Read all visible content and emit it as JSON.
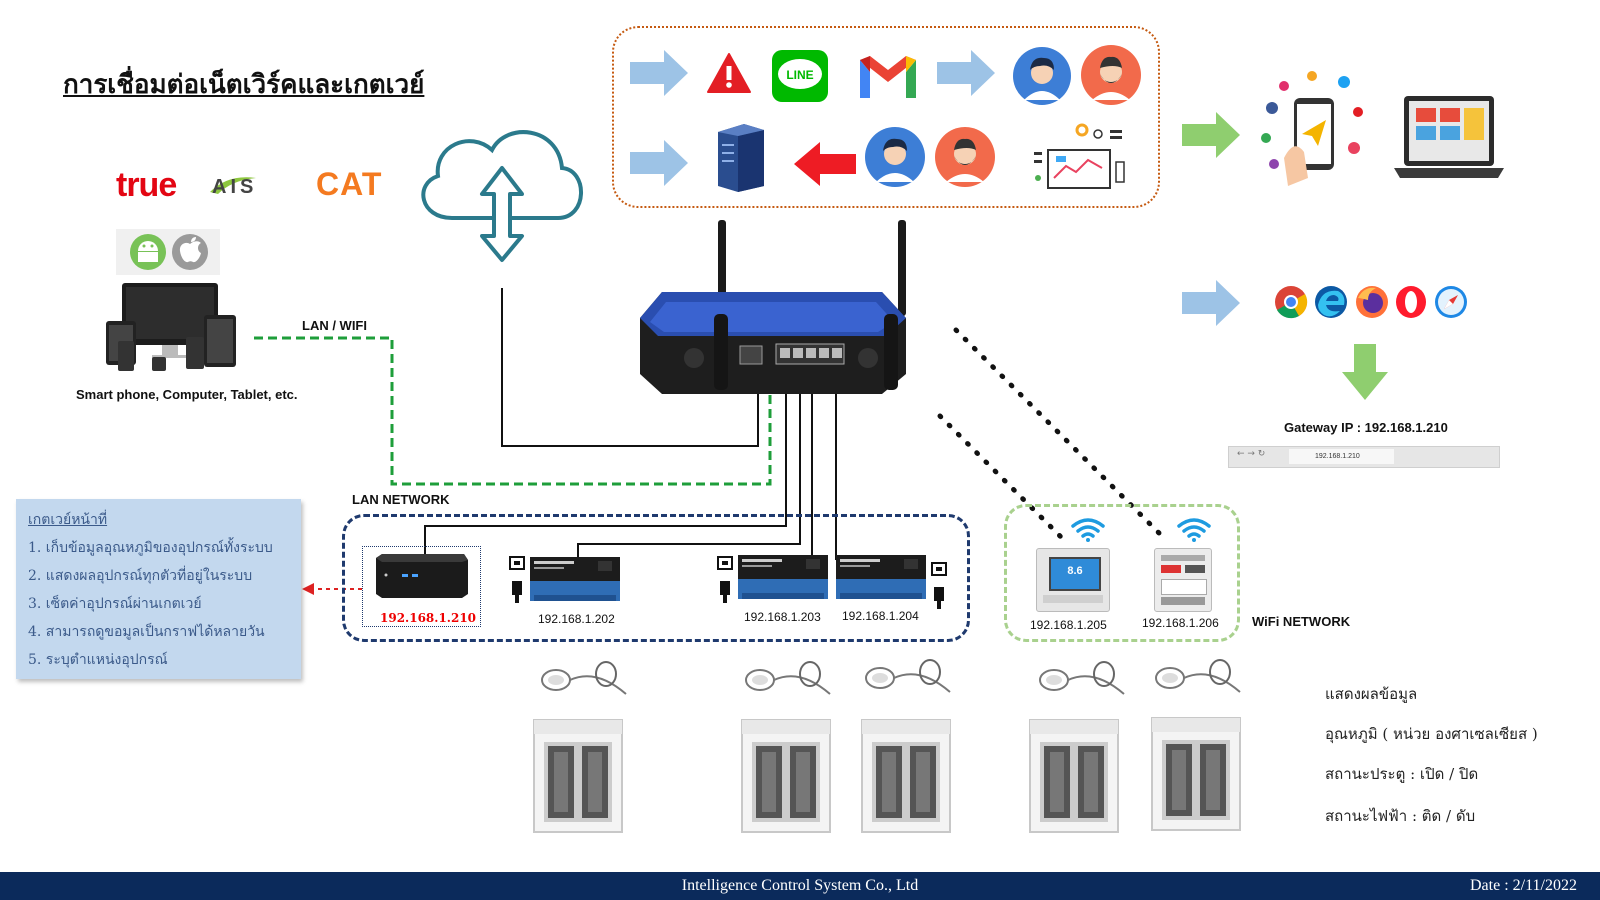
{
  "title": "การเชื่อมต่อเน็ตเวิร์คและเกตเวย์",
  "isp": {
    "true": "true",
    "ais": "AIS",
    "cat": "CAT"
  },
  "devices_caption": "Smart phone, Computer, Tablet, etc.",
  "lan_wifi_label": "LAN / WIFI",
  "lan_network_label": "LAN NETWORK",
  "wifi_network_label": "WiFi NETWORK",
  "line_logo_text": "LINE",
  "gateway": {
    "ip_label": "192.168.1.210",
    "heading": "Gateway IP  : 192.168.1.210",
    "browser_url": "192.168.1.210"
  },
  "modules": [
    {
      "ip": "192.168.1.202"
    },
    {
      "ip": "192.168.1.203"
    },
    {
      "ip": "192.168.1.204"
    },
    {
      "ip": "192.168.1.205"
    },
    {
      "ip": "192.168.1.206"
    }
  ],
  "module_reading": "8.6",
  "info": {
    "title": "เกตเวย์หน้าที่",
    "items": [
      "1. เก็บข้อมูลอุณหภูมิของอุปกรณ์ทั้งระบบ",
      "2. แสดงผลอุปกรณ์ทุกตัวที่อยู่ในระบบ",
      "3. เซ็ตค่าอุปกรณ์ผ่านเกตเวย์",
      "4. สามารถดูขอมูลเป็นกราฟได้หลายวัน",
      "5. ระบุตำแหน่งอุปกรณ์"
    ]
  },
  "legend": {
    "l1": "แสดงผลข้อมูล",
    "l2": "อุณหภูมิ  ( หน่วย องศาเซลเซียส )",
    "l3": "สถานะประตู  : เปิด / ปิด",
    "l4": "สถานะไฟฟ้า : ติด / ดับ"
  },
  "footer": {
    "company": "Intelligence Control System Co., Ltd",
    "date": "Date : 2/11/2022"
  },
  "colors": {
    "arrow_blue": "#9dc3e6",
    "arrow_green": "#8fce6f",
    "arrow_red": "#ee1c24",
    "lan_box": "#1f3a6e",
    "wifi_box": "#a9d18e",
    "lan_wifi_line": "#1e9e3a",
    "footer": "#0b2a5b",
    "panel_border": "#c55a11"
  },
  "icons": [
    "cloud-upload-download-icon",
    "warning-icon",
    "line-icon",
    "gmail-icon",
    "server-icon",
    "user-avatar-icon",
    "dashboard-icon",
    "social-phone-icon",
    "laptop-icon",
    "chrome-icon",
    "edge-icon",
    "firefox-icon",
    "opera-icon",
    "safari-icon",
    "android-icon",
    "apple-icon",
    "router-icon",
    "mini-pc-gateway-icon",
    "monitoring-module-icon",
    "wifi-icon",
    "temperature-sensor-icon",
    "refrigerator-icon",
    "ethernet-plug-icon"
  ]
}
